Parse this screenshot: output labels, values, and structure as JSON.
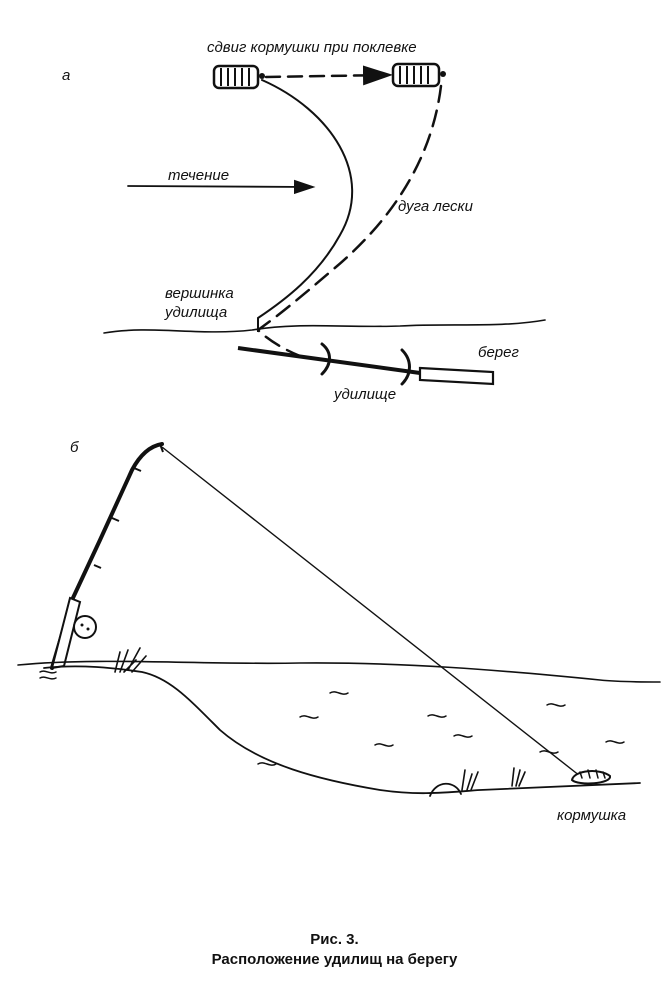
{
  "panel_a": {
    "letter": "а",
    "label_shift": "сдвиг кормушки при поклевке",
    "label_current": "течение",
    "label_arc": "дуга лески",
    "label_tip_1": "вершинка",
    "label_tip_2": "удилища",
    "label_shore": "берег",
    "label_rod": "удилище"
  },
  "panel_b": {
    "letter": "б",
    "label_feeder": "кормушка"
  },
  "caption": {
    "number": "Рис. 3.",
    "title": "Расположение удилищ на берегу"
  }
}
